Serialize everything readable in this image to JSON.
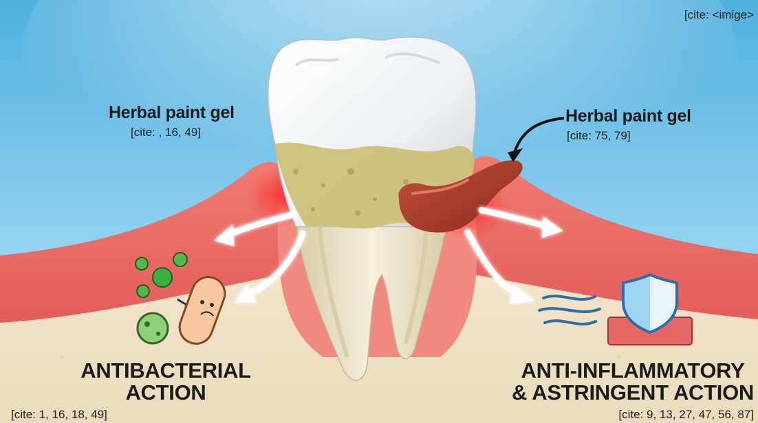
{
  "top_cite": "[cite: <imige>",
  "left_gel": {
    "title": "Herbal paint gel",
    "cite": "[cite: , 16, 49]"
  },
  "right_gel": {
    "title": "Herbal paint gel",
    "cite": "[cite: 75, 79]"
  },
  "antibacterial": {
    "line1": "ANTIBACTERIAL",
    "line2": "ACTION",
    "cite": "[cite: 1, 16, 18, 49]"
  },
  "anti_inflammatory": {
    "line1": "ANTI-INFLAMMATORY",
    "line2": "& ASTRINGENT ACTION",
    "cite": "[cite: 9, 13, 27, 47, 56, 87]"
  },
  "colors": {
    "sky_top": "#5fb7e0",
    "sky_bottom": "#cfe9f6",
    "gum": "#e8645f",
    "bone": "#efe2c8",
    "tooth": "#f7f3e8",
    "plaque": "#cdbf78",
    "gel": "#a8382a"
  }
}
